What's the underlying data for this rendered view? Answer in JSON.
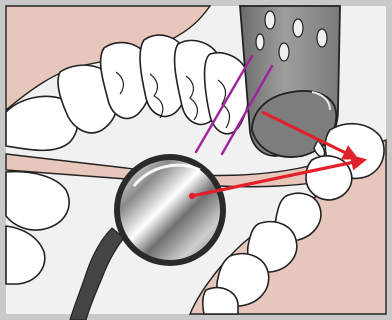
{
  "figure": {
    "subject": "dental-handpiece-mirror-illustration",
    "elements": [
      "frame",
      "gum-upper",
      "upper-teeth",
      "drill-handpiece",
      "cut-lines",
      "gum-lower",
      "lower-teeth",
      "mouth-mirror",
      "arrows"
    ],
    "colors": {
      "background": "#f1f1f1",
      "frame": "#c9c9c9",
      "gum": "#e7c6bb",
      "tooth_fill": "#ffffff",
      "outline": "#222222",
      "handpiece": "#8f8f8f",
      "handpiece_dark": "#5a5a5a",
      "mirror_handle": "#444444",
      "cut_lines": "#a0229f",
      "arrow": "#e0202a"
    }
  }
}
